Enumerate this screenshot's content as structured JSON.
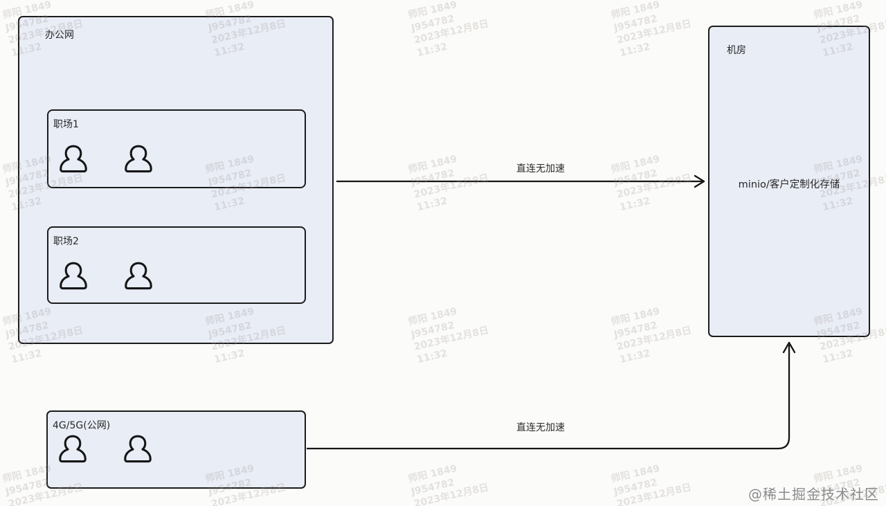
{
  "nodes": {
    "office_network": {
      "label": "办公网"
    },
    "workplace_1": {
      "label": "职场1",
      "person_count": 2
    },
    "workplace_2": {
      "label": "职场2",
      "person_count": 2
    },
    "mobile": {
      "label": "4G/5G(公网)",
      "person_count": 2
    },
    "server_room": {
      "label": "机房",
      "content": "minio/客户定制化存储"
    }
  },
  "edges": {
    "office_to_server": {
      "label": "直连无加速",
      "direction": "office_network -> server_room"
    },
    "mobile_to_server": {
      "label": "直连无加速",
      "direction": "mobile -> server_room"
    }
  },
  "icons": {
    "person": "bust-silhouette-outline"
  },
  "colors": {
    "page_bg": "#fbfbf9",
    "node_fill": "#e9edf6",
    "node_border": "#1b1b1b",
    "arrow": "#141414",
    "text": "#2b2b2b",
    "watermark_text": "#9e9891",
    "credit_text": "#8b8b8e"
  },
  "watermark": {
    "lines": [
      "师阳 1849",
      "J954782",
      "2023年12月8日",
      "11:32"
    ],
    "credit": "@稀土掘金技术社区"
  }
}
